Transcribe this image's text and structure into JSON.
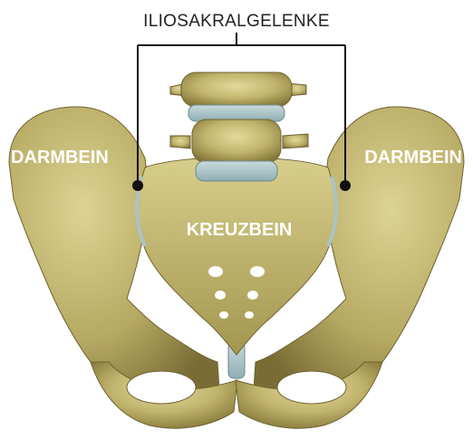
{
  "diagram": {
    "title": "ILIOSAKRALGELENKE",
    "labels": {
      "left_ilium": "DARMBEIN",
      "right_ilium": "DARMBEIN",
      "sacrum": "KREUZBEIN"
    }
  },
  "colors": {
    "bone_light": "#d9cf8f",
    "bone_mid": "#b6a964",
    "bone_dark": "#7e7038",
    "cartilage": "#a9c3c7",
    "line": "#111111",
    "background": "#ffffff"
  }
}
